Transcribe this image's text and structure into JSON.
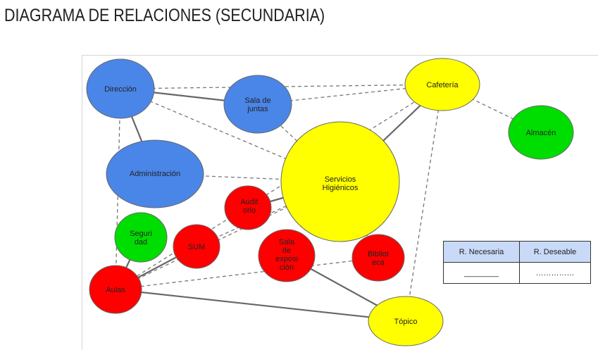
{
  "title": "DIAGRAMA DE RELACIONES (SECUNDARIA)",
  "colors": {
    "blue": "#4a86e8",
    "yellow": "#ffff00",
    "red": "#ff0000",
    "green": "#00dd00",
    "legend_header": "#c9daf8"
  },
  "nodes": [
    {
      "id": "direccion",
      "label": [
        "Dirección"
      ],
      "color": "blue"
    },
    {
      "id": "sala-juntas",
      "label": [
        "Sala de",
        "juntas"
      ],
      "color": "blue"
    },
    {
      "id": "cafeteria",
      "label": [
        "Cafetería"
      ],
      "color": "yellow"
    },
    {
      "id": "almacen",
      "label": [
        "Almacén"
      ],
      "color": "green"
    },
    {
      "id": "administracion",
      "label": [
        "Administración"
      ],
      "color": "blue"
    },
    {
      "id": "servicios-higienicos",
      "label": [
        "Servicios",
        "Higiénicos"
      ],
      "color": "yellow"
    },
    {
      "id": "auditorio",
      "label": [
        "Audit",
        "orio"
      ],
      "color": "red"
    },
    {
      "id": "seguridad",
      "label": [
        "Seguri",
        "dad"
      ],
      "color": "green"
    },
    {
      "id": "sum",
      "label": [
        "SUM"
      ],
      "color": "red"
    },
    {
      "id": "sala-exposicion",
      "label": [
        "Sala",
        "de",
        "exposi",
        "ción"
      ],
      "color": "red"
    },
    {
      "id": "biblioteca",
      "label": [
        "Bibliot",
        "eca"
      ],
      "color": "red"
    },
    {
      "id": "aulas",
      "label": [
        "Aulas"
      ],
      "color": "red"
    },
    {
      "id": "topico",
      "label": [
        "Tópico"
      ],
      "color": "yellow"
    }
  ],
  "edges": [
    {
      "from": "direccion",
      "to": "sala-juntas",
      "type": "necesaria"
    },
    {
      "from": "direccion",
      "to": "administracion",
      "type": "necesaria"
    },
    {
      "from": "servicios-higienicos",
      "to": "cafeteria",
      "type": "necesaria"
    },
    {
      "from": "servicios-higienicos",
      "to": "auditorio",
      "type": "necesaria"
    },
    {
      "from": "seguridad",
      "to": "aulas",
      "type": "necesaria"
    },
    {
      "from": "sum",
      "to": "aulas",
      "type": "necesaria"
    },
    {
      "from": "aulas",
      "to": "topico",
      "type": "necesaria"
    },
    {
      "from": "sala-exposicion",
      "to": "topico",
      "type": "necesaria"
    },
    {
      "from": "direccion",
      "to": "cafeteria",
      "type": "deseable"
    },
    {
      "from": "direccion",
      "to": "servicios-higienicos",
      "type": "deseable"
    },
    {
      "from": "direccion",
      "to": "aulas",
      "type": "deseable"
    },
    {
      "from": "sala-juntas",
      "to": "cafeteria",
      "type": "deseable"
    },
    {
      "from": "sala-juntas",
      "to": "servicios-higienicos",
      "type": "deseable"
    },
    {
      "from": "cafeteria",
      "to": "almacen",
      "type": "deseable"
    },
    {
      "from": "cafeteria",
      "to": "topico",
      "type": "deseable"
    },
    {
      "from": "administracion",
      "to": "servicios-higienicos",
      "type": "deseable"
    },
    {
      "from": "sum",
      "to": "servicios-higienicos",
      "type": "deseable"
    },
    {
      "from": "servicios-higienicos",
      "to": "aulas",
      "type": "deseable"
    },
    {
      "from": "servicios-higienicos",
      "to": "biblioteca",
      "type": "deseable"
    },
    {
      "from": "aulas",
      "to": "biblioteca",
      "type": "deseable"
    },
    {
      "from": "aulas",
      "to": "cafeteria",
      "type": "deseable"
    }
  ],
  "legend": {
    "headers": [
      "R. Necesaria",
      "R. Deseable"
    ],
    "samples": [
      "________",
      "……………"
    ]
  }
}
